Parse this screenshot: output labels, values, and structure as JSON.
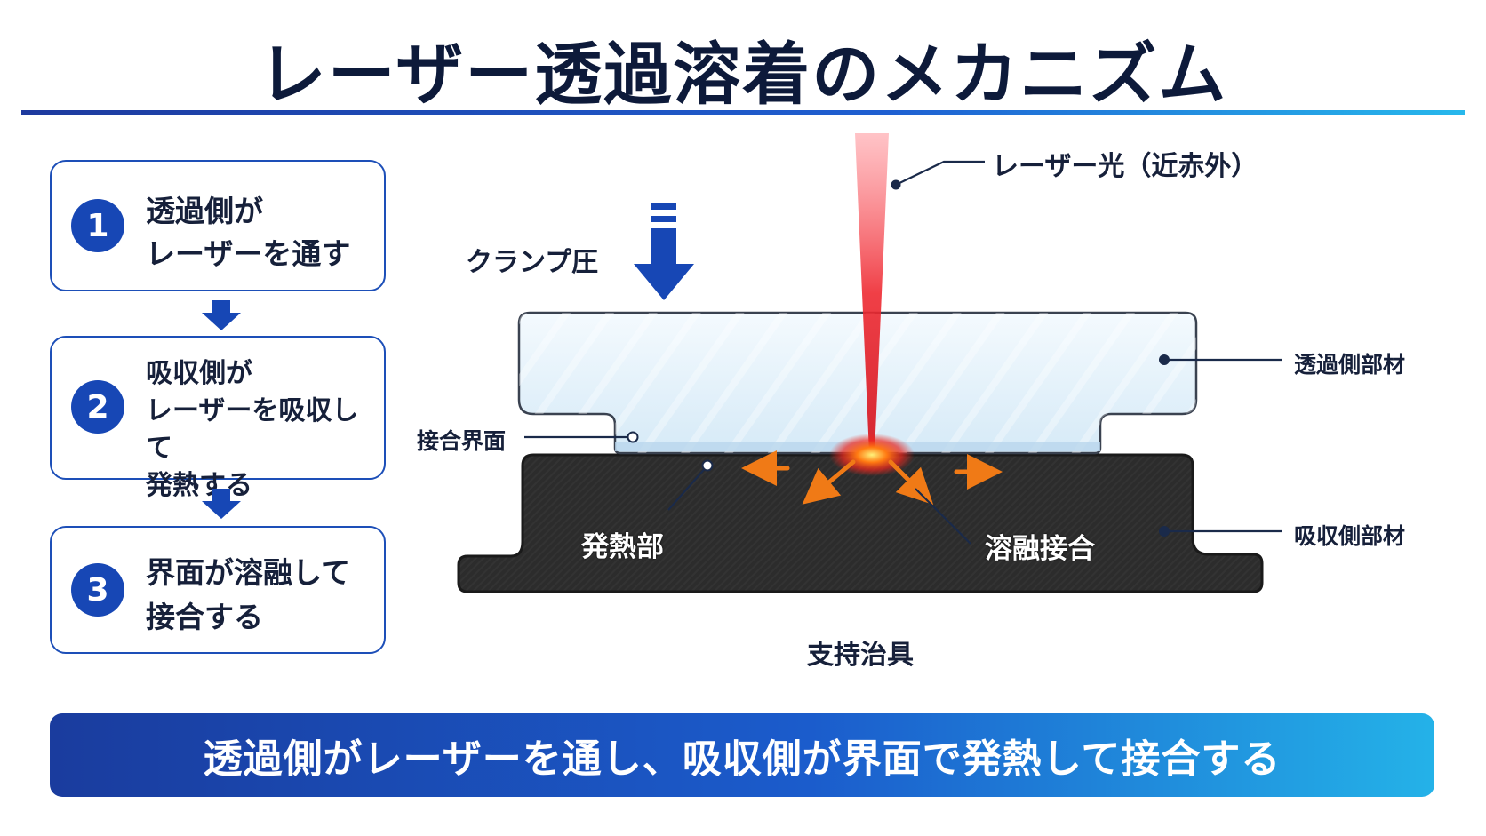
{
  "title": "レーザー透過溶着のメカニズム",
  "steps": [
    {
      "number": "1",
      "lines": [
        "透過側が",
        "レーザーを通す"
      ]
    },
    {
      "number": "2",
      "lines": [
        "吸収側が",
        "レーザーを吸収して",
        "発熱する"
      ]
    },
    {
      "number": "3",
      "lines": [
        "界面が溶融して",
        "接合する"
      ]
    }
  ],
  "diagram": {
    "laser_label": "レーザー光（近赤外）",
    "clamp_label": "クランプ圧",
    "transmissive_label": "透過側部材",
    "interface_label": "接合界面",
    "absorbing_label": "吸収側部材",
    "heat_label": "発熱部",
    "fusion_label": "溶融接合",
    "fixture_label": "支持治具",
    "colors": {
      "laser": "#e8202a",
      "heat_arrows": "#f07a16",
      "absorbing_part": "#2a2a2a",
      "transmissive_part": "#dff0fb",
      "accent_blue": "#1747b5"
    }
  },
  "summary": "透過側がレーザーを通し、吸収側が界面で発熱して接合する"
}
